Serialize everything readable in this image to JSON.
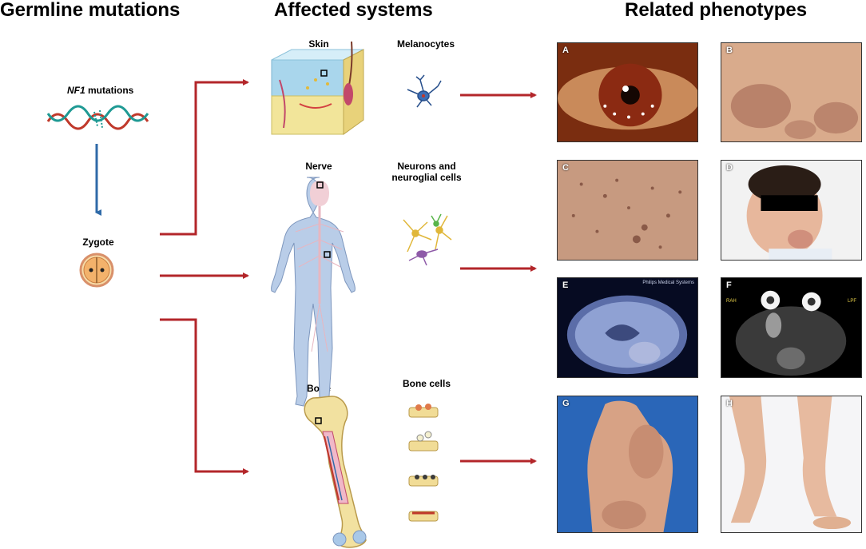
{
  "headers": {
    "left": "Germline mutations",
    "middle": "Affected systems",
    "right": "Related phenotypes"
  },
  "left": {
    "nf1_gene": "NF1",
    "nf1_rest": " mutations",
    "zygote": "Zygote"
  },
  "systems": {
    "skin": "Skin",
    "nerve": "Nerve",
    "bone": "Bone"
  },
  "cells": {
    "melanocytes": "Melanocytes",
    "neurons_line1": "Neurons and",
    "neurons_line2": "neuroglial cells",
    "bone_cells": "Bone cells"
  },
  "panels": [
    "A",
    "B",
    "C",
    "D",
    "E",
    "F",
    "G",
    "H"
  ],
  "mri_text": {
    "e_overlay": "Philips Medical Systems",
    "f_left": "RAH",
    "f_right": "LPF"
  },
  "colors": {
    "arrow_red": "#b3262a",
    "arrow_blue": "#2f6aa8"
  }
}
